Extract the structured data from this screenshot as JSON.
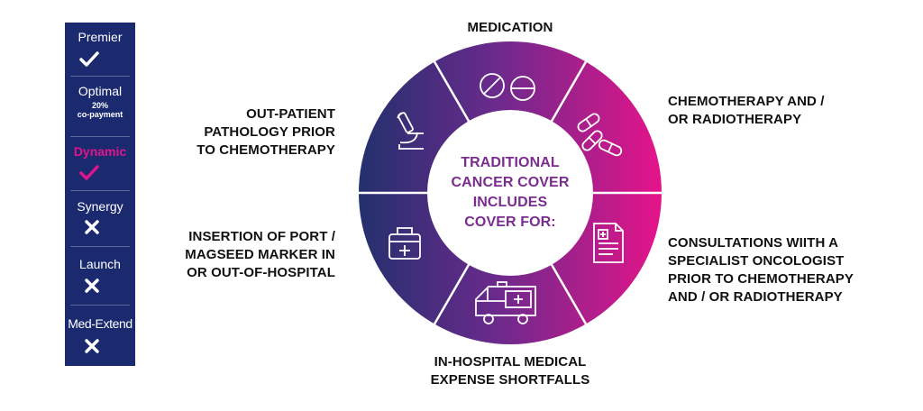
{
  "plans": [
    {
      "name": "Premier",
      "mark": "check",
      "highlight": false
    },
    {
      "name": "Optimal",
      "sub": [
        "20%",
        "co-payment"
      ],
      "highlight": false
    },
    {
      "name": "Dynamic",
      "mark": "check",
      "highlight": true
    },
    {
      "name": "Synergy",
      "mark": "cross",
      "highlight": false
    },
    {
      "name": "Launch",
      "mark": "cross",
      "highlight": false
    },
    {
      "name": "Med-Extend",
      "mark": "cross",
      "highlight": false
    }
  ],
  "center": [
    "TRADITIONAL",
    "CANCER COVER",
    "INCLUDES",
    "COVER FOR:"
  ],
  "labels": {
    "medication": [
      "MEDICATION"
    ],
    "chemo": [
      "CHEMOTHERAPY AND /",
      "OR RADIOTHERAPY"
    ],
    "consult": [
      "CONSULTATIONS WIITH A",
      "SPECIALIST ONCOLOGIST",
      "PRIOR TO CHEMOTHERAPY",
      "AND / OR RADIOTHERAPY"
    ],
    "hospital": [
      "IN-HOSPITAL MEDICAL",
      "EXPENSE SHORTFALLS"
    ],
    "port": [
      "INSERTION OF PORT /",
      "MAGSEED MARKER IN",
      "OR OUT-OF-HOSPITAL"
    ],
    "pathology": [
      "OUT-PATIENT",
      "PATHOLOGY PRIOR",
      "TO CHEMOTHERAPY"
    ]
  },
  "segment_icons": [
    "pills-icon",
    "capsules-icon",
    "report-icon",
    "ambulance-icon",
    "medical-bag-icon",
    "microscope-icon"
  ],
  "colors": {
    "navy": "#1b2a6f",
    "magenta": "#e0148c",
    "purple": "#7a2a8e",
    "center_text": "#7b2c8f"
  }
}
